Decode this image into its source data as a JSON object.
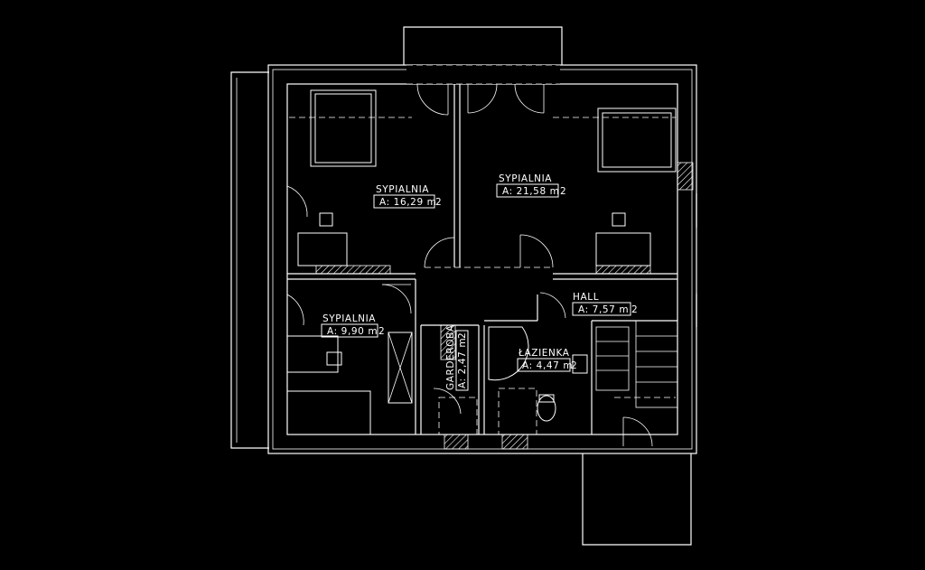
{
  "colors": {
    "background": "#000000",
    "lines": "#ffffff"
  },
  "rooms": [
    {
      "id": "bedroom-1",
      "name": "SYPIALNIA",
      "area": "A: 16,29 m",
      "sup": "2"
    },
    {
      "id": "bedroom-2",
      "name": "SYPIALNIA",
      "area": "A: 21,58 m",
      "sup": "2"
    },
    {
      "id": "bedroom-3",
      "name": "SYPIALNIA",
      "area": "A: 9,90 m",
      "sup": "2"
    },
    {
      "id": "hall",
      "name": "HALL",
      "area": "A: 7,57 m",
      "sup": "2"
    },
    {
      "id": "bathroom",
      "name": "ŁAZIENKA",
      "area": "A: 4,47 m",
      "sup": "2"
    },
    {
      "id": "wardrobe",
      "name": "GARDEROBA",
      "area": "A: 2,47 m",
      "sup": "2"
    }
  ]
}
